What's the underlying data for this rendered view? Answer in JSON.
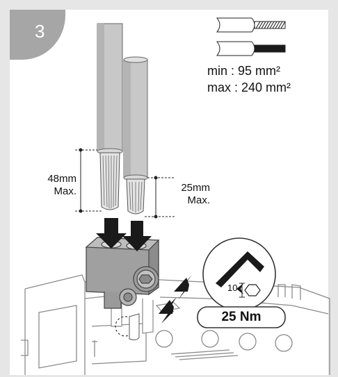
{
  "step": {
    "number": "3"
  },
  "cable_spec": {
    "min_label": "min : 95 mm²",
    "max_label": "max : 240 mm²"
  },
  "strip_length": {
    "long_label": "48mm\nMax.",
    "short_label": "25mm\nMax."
  },
  "torque": {
    "key_size": "10",
    "value": "25 Nm"
  },
  "colors": {
    "frame": "#e6e6e6",
    "step_tab": "#a6a6a6",
    "cable": "#c8c8c8",
    "terminal": "#9c9c9c",
    "arrow": "#1a1a1a"
  },
  "icons": [
    "step-tab",
    "cable-stranded-icon",
    "cable-solid-icon",
    "hex-key-icon",
    "push-arrow-icon"
  ]
}
